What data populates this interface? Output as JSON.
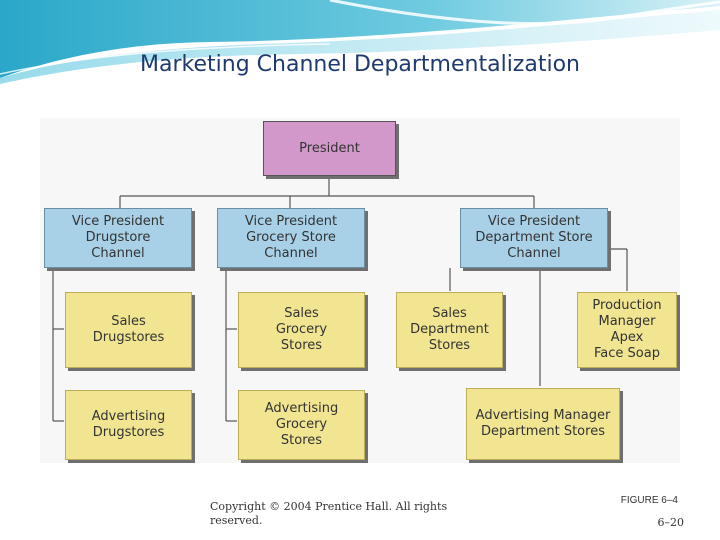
{
  "title": "Marketing Channel Departmentalization",
  "org_chart": {
    "president": "President",
    "vp_drugstore": "Vice President\nDrugstore\nChannel",
    "vp_grocery": "Vice President\nGrocery Store\nChannel",
    "vp_department": "Vice President\nDepartment Store\nChannel",
    "sales_drugstores": "Sales\nDrugstores",
    "advertising_drugstores": "Advertising\nDrugstores",
    "sales_grocery": "Sales\nGrocery\nStores",
    "advertising_grocery": "Advertising\nGrocery\nStores",
    "sales_department": "Sales\nDepartment\nStores",
    "production_manager": "Production\nManager\nApex\nFace Soap",
    "advertising_manager": "Advertising Manager\nDepartment Stores"
  },
  "footer": {
    "copyright": "Copyright © 2004 Prentice Hall. All rights reserved.",
    "figure": "FIGURE 6–4",
    "page": "6–20"
  },
  "colors": {
    "president": "#d198c9",
    "vice_president": "#a8d1e7",
    "subunit": "#f2e592",
    "title": "#1f3a6e"
  }
}
